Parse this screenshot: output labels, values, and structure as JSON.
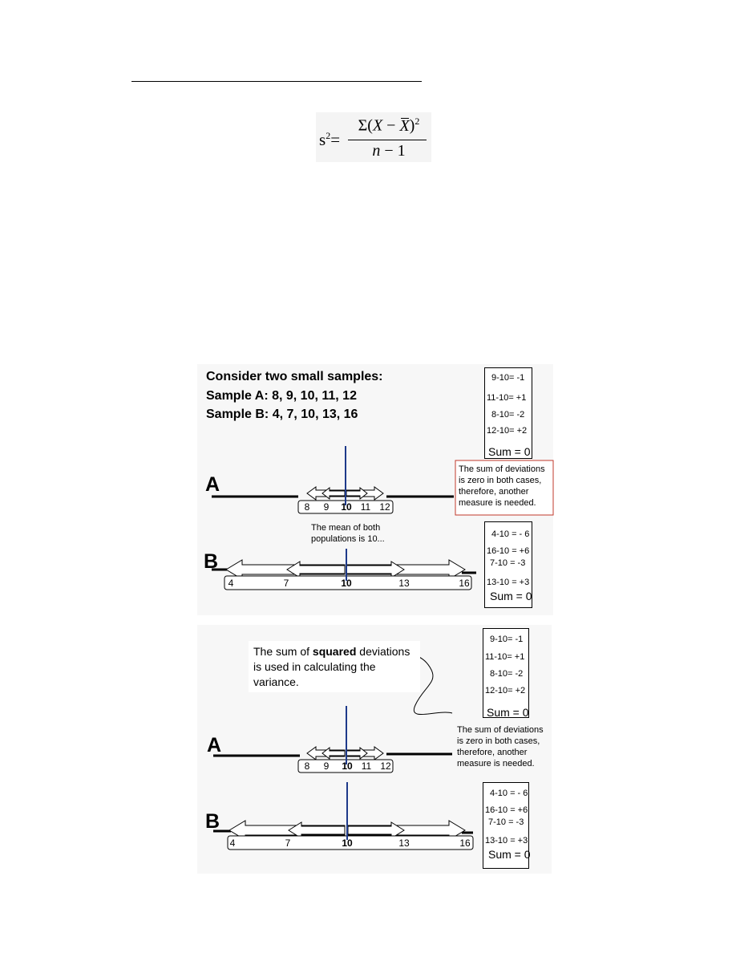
{
  "formula": {
    "lhs": "s",
    "lhs_exp": "2",
    "equals": "=",
    "sum": "Σ(",
    "x": "X",
    "minus": " − ",
    "xbar": "X",
    "close": ")",
    "exp": "2",
    "n": "n",
    "den_rest": " − 1"
  },
  "panel1": {
    "title_lines": [
      "Consider two small samples:",
      "Sample A: 8, 9, 10, 11, 12",
      "Sample B: 4, 7, 10, 13, 16"
    ],
    "box_a": {
      "lines": [
        "9-10= -1",
        "11-10= +1",
        "8-10= -2",
        "12-10= +2"
      ],
      "sum": "Sum = 0"
    },
    "callout": "The sum of deviations is zero in both cases, therefore, another measure is needed.",
    "mean_note": "The mean of both populations is 10...",
    "box_b": {
      "lines": [
        "4-10 = - 6",
        "16-10 = +6",
        "7-10 =  -3",
        "13-10 = +3"
      ],
      "sum": "Sum = 0"
    },
    "label_a": "A",
    "label_b": "B",
    "ticks_a": [
      "8",
      "9",
      "10",
      "11",
      "12"
    ],
    "ticks_b": [
      "4",
      "7",
      "10",
      "13",
      "16"
    ]
  },
  "panel2": {
    "callout_pre": "The sum of ",
    "callout_bold": "squared",
    "callout_post": " deviations",
    "callout_line2": "is  used in calculating the variance.",
    "box_a": {
      "lines": [
        "9-10= -1",
        "11-10= +1",
        "8-10= -2",
        "12-10= +2"
      ],
      "sum": "Sum = 0"
    },
    "note": "The sum of deviations is zero in both cases, therefore, another measure is needed.",
    "box_b": {
      "lines": [
        "4-10 = - 6",
        "16-10 = +6",
        "7-10 = -3",
        "13-10 = +3"
      ],
      "sum": "Sum = 0"
    },
    "label_a": "A",
    "label_b": "B",
    "ticks_a": [
      "8",
      "9",
      "10",
      "11",
      "12"
    ],
    "ticks_b": [
      "4",
      "7",
      "10",
      "13",
      "16"
    ]
  }
}
